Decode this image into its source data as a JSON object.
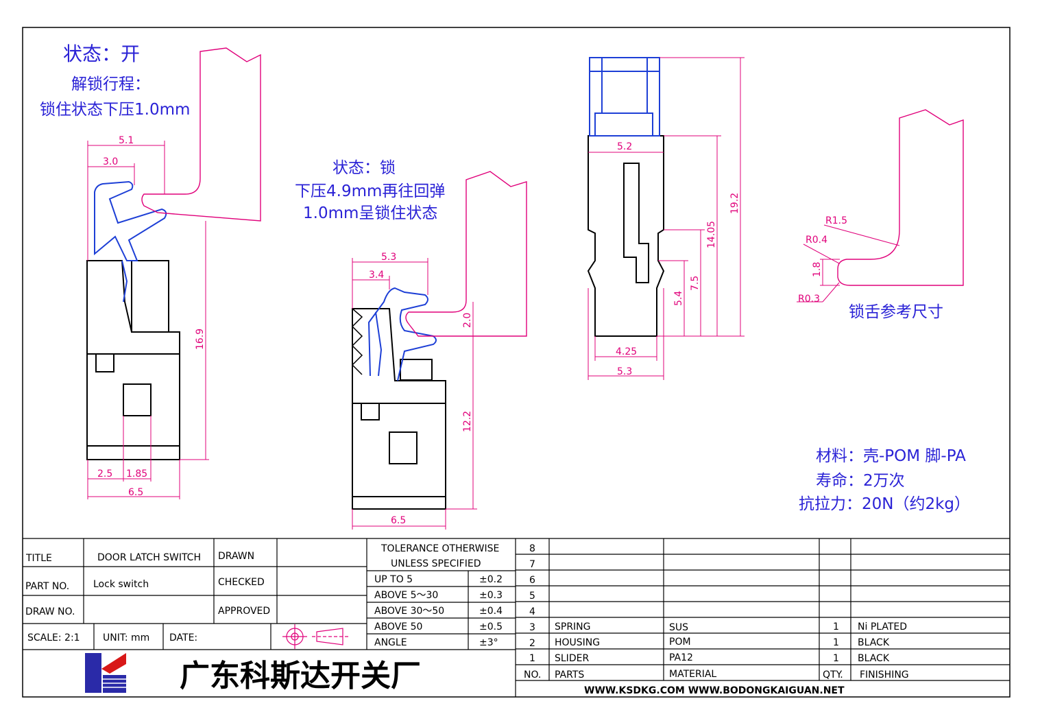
{
  "notes": {
    "open_state": "状态：开",
    "unlock_travel": "解锁行程：",
    "unlock_desc": "锁住状态下压1.0mm",
    "lock_state": "状态：锁",
    "lock_desc1": "下压4.9mm再往回弹",
    "lock_desc2": "1.0mm呈锁住状态",
    "tongue_ref": "锁舌参考尺寸",
    "material": "材料：壳-POM 脚-PA",
    "life": "寿命：2万次",
    "pull": "抗拉力：20N（约2kg）"
  },
  "dims": {
    "d51": "5.1",
    "d30": "3.0",
    "d169": "16.9",
    "d25": "2.5",
    "d185": "1.85",
    "d65a": "6.5",
    "d53": "5.3",
    "d34": "3.4",
    "d20": "2.0",
    "d122": "12.2",
    "d65b": "6.5",
    "d52": "5.2",
    "d192": "19.2",
    "d1405": "14.05",
    "d75": "7.5",
    "d54": "5.4",
    "d425": "4.25",
    "d53b": "5.3",
    "r15": "R1.5",
    "r04": "R0.4",
    "d18": "1.8",
    "r03": "R0.3"
  },
  "titleblock": {
    "title_label": "TITLE",
    "title_value": "DOOR  LATCH  SWITCH",
    "drawn": "DRAWN",
    "checked": "CHECKED",
    "approved": "APPROVED",
    "partno_label": "PART  NO.",
    "partno_value": "Lock switch",
    "drawno_label": "DRAW  NO.",
    "scale": "SCALE:  2:1",
    "unit": "UNIT:  mm",
    "date": "DATE:",
    "company": "广东科斯达开关厂"
  },
  "tolerance": {
    "header1": "TOLERANCE  OTHERWISE",
    "header2": "UNLESS  SPECIFIED",
    "rows": [
      {
        "range": "UP  TO  5",
        "value": "±0.2"
      },
      {
        "range": "ABOVE  5～30",
        "value": "±0.3"
      },
      {
        "range": "ABOVE  30～50",
        "value": "±0.4"
      },
      {
        "range": "ABOVE  50",
        "value": "±0.5"
      },
      {
        "range": "ANGLE",
        "value": "±3°"
      }
    ]
  },
  "bom": {
    "row_numbers": [
      "8",
      "7",
      "6",
      "5",
      "4"
    ],
    "parts": [
      {
        "no": "3",
        "part": "SPRING",
        "material": "SUS",
        "qty": "1",
        "finish": "Ni  PLATED"
      },
      {
        "no": "2",
        "part": "HOUSING",
        "material": "POM",
        "qty": "1",
        "finish": "BLACK"
      },
      {
        "no": "1",
        "part": "SLIDER",
        "material": "PA12",
        "qty": "1",
        "finish": "BLACK"
      }
    ],
    "header": {
      "no": "NO.",
      "parts": "PARTS",
      "material": "MATERIAL",
      "qty": "QTY.",
      "finish": "FINISHING"
    }
  },
  "websites": "WWW.KSDKG.COM   WWW.BODONGKAIGUAN.NET",
  "colors": {
    "outline": "#000000",
    "slider": "#1d3fd6",
    "dimension": "#e0007a",
    "note": "#2a22d6"
  }
}
